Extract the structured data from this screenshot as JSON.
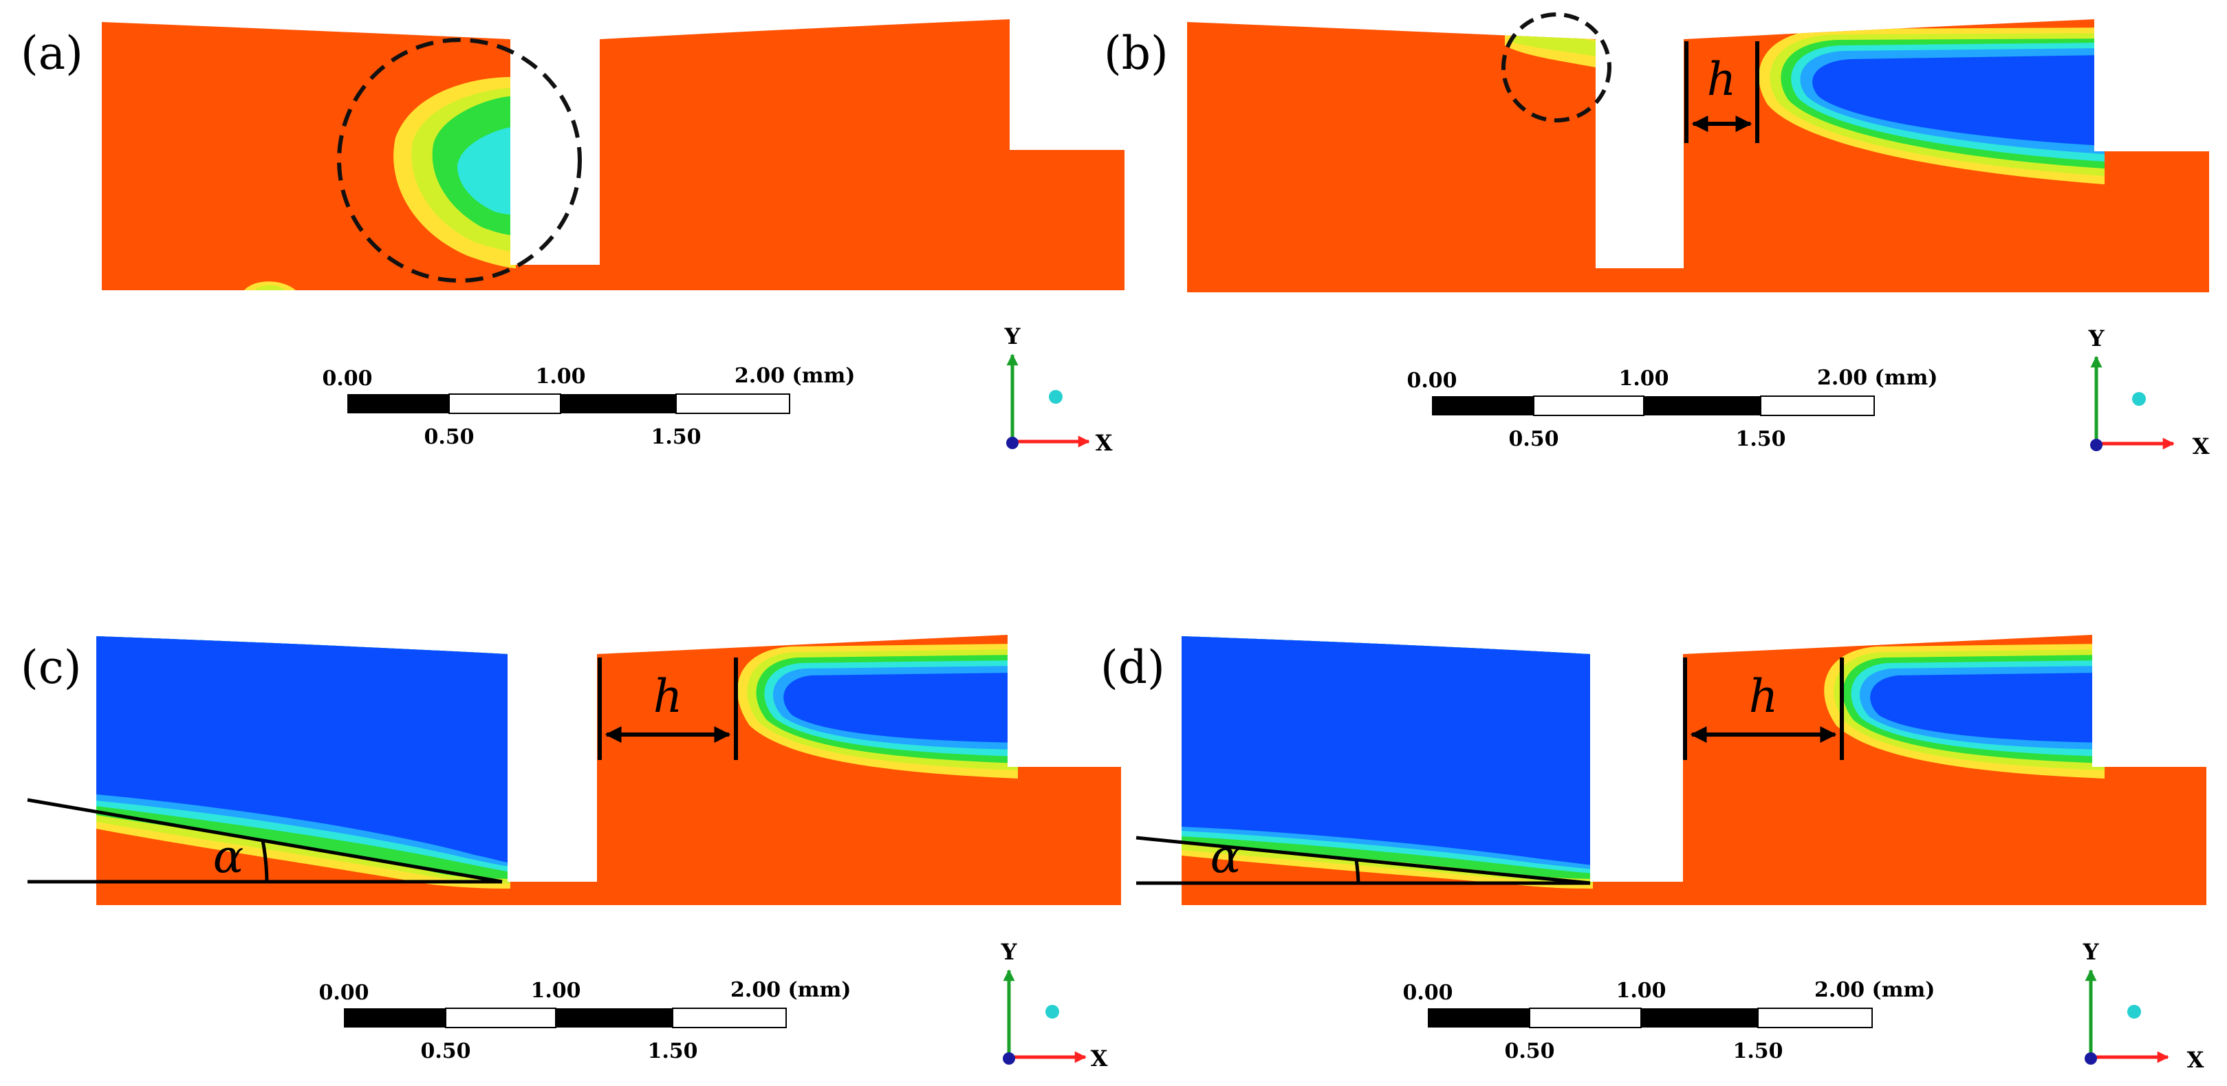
{
  "colors": {
    "background": "#ffffff",
    "field": "#ff5203",
    "yellow": "#ffe234",
    "yellow_green": "#d2f02a",
    "green": "#2ede3c",
    "cyan": "#2ee6dc",
    "light_blue": "#22a6ff",
    "blue": "#0a4dff",
    "axis_x": "#ff2020",
    "axis_y": "#18a028",
    "axis_z": "#1a1aa0",
    "axis_dot": "#27d0d0"
  },
  "panels": [
    {
      "id": "a",
      "label": "(a)",
      "scale": {
        "top_labels": [
          "0.00",
          "1.00",
          "2.00 (mm)"
        ],
        "bottom_labels": [
          "0.50",
          "1.50"
        ]
      },
      "axes": {
        "x": "X",
        "y": "Y"
      }
    },
    {
      "id": "b",
      "label": "(b)",
      "dimension_label": "h",
      "scale": {
        "top_labels": [
          "0.00",
          "1.00",
          "2.00 (mm)"
        ],
        "bottom_labels": [
          "0.50",
          "1.50"
        ]
      },
      "axes": {
        "x": "X",
        "y": "Y"
      }
    },
    {
      "id": "c",
      "label": "(c)",
      "dimension_label": "h",
      "angle_label": "α",
      "scale": {
        "top_labels": [
          "0.00",
          "1.00",
          "2.00 (mm)"
        ],
        "bottom_labels": [
          "0.50",
          "1.50"
        ]
      },
      "axes": {
        "x": "X",
        "y": "Y"
      }
    },
    {
      "id": "d",
      "label": "(d)",
      "dimension_label": "h",
      "angle_label": "α",
      "scale": {
        "top_labels": [
          "0.00",
          "1.00",
          "2.00 (mm)"
        ],
        "bottom_labels": [
          "0.50",
          "1.50"
        ]
      },
      "axes": {
        "x": "X",
        "y": "Y"
      }
    }
  ]
}
